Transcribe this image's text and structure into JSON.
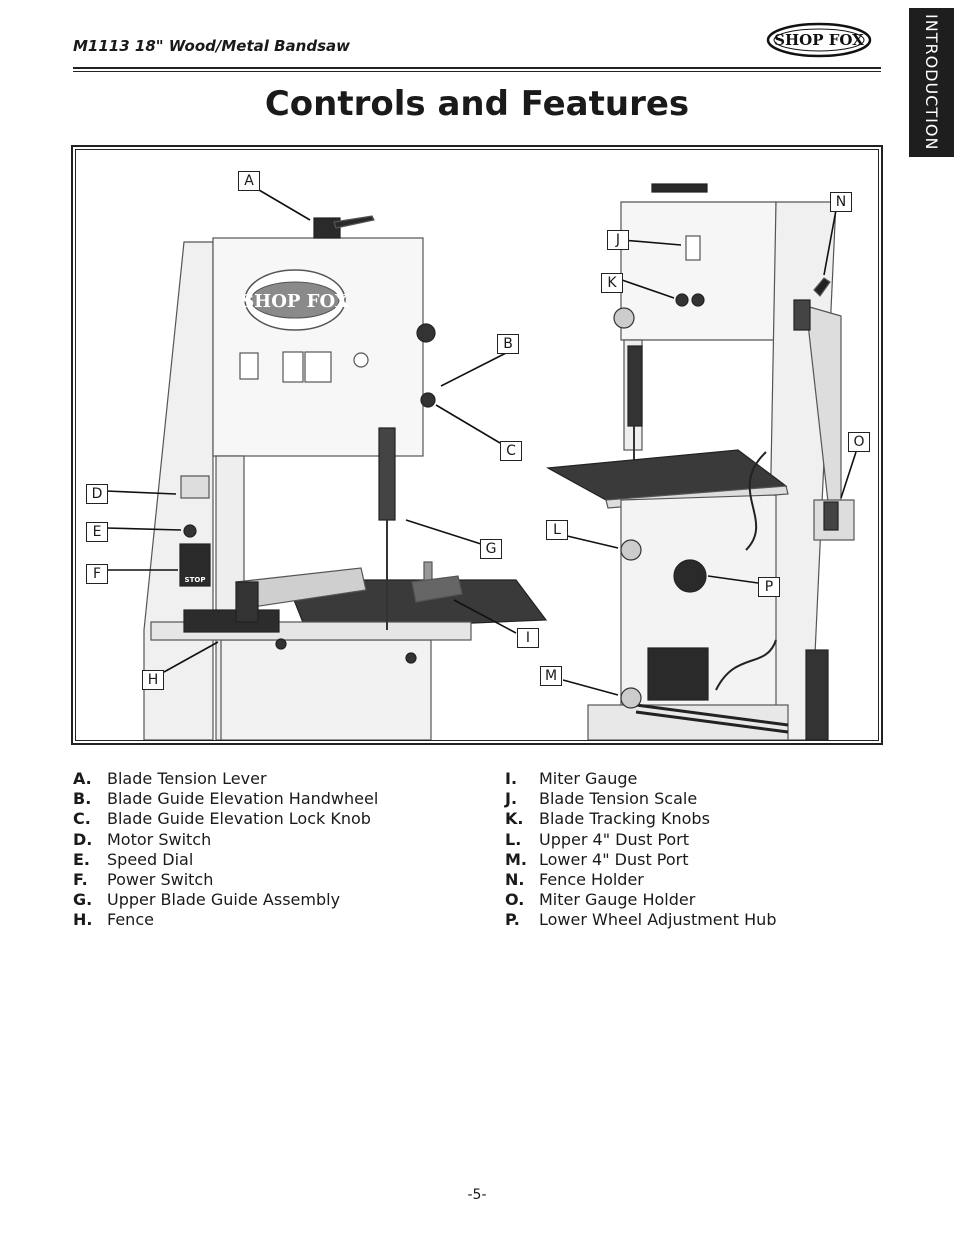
{
  "header": {
    "title": "M1113 18\" Wood/Metal Bandsaw",
    "logo_text": "SHOP FOX",
    "side_tab": "INTRODUCTION"
  },
  "heading": "Controls and Features",
  "figure": {
    "callouts": [
      "A",
      "B",
      "C",
      "D",
      "E",
      "F",
      "G",
      "H",
      "I",
      "J",
      "K",
      "L",
      "M",
      "N",
      "O",
      "P"
    ],
    "left_logo": "SHOP FOX",
    "stop_label": "STOP"
  },
  "legend_left": [
    {
      "letter": "A.",
      "label": "Blade Tension Lever"
    },
    {
      "letter": "B.",
      "label": "Blade Guide Elevation Handwheel"
    },
    {
      "letter": "C.",
      "label": "Blade Guide Elevation Lock Knob"
    },
    {
      "letter": "D.",
      "label": "Motor Switch"
    },
    {
      "letter": "E.",
      "label": "Speed Dial"
    },
    {
      "letter": "F.",
      "label": "Power Switch"
    },
    {
      "letter": "G.",
      "label": "Upper Blade Guide Assembly"
    },
    {
      "letter": "H.",
      "label": "Fence"
    }
  ],
  "legend_right": [
    {
      "letter": "I.",
      "label": "Miter Gauge"
    },
    {
      "letter": "J.",
      "label": "Blade Tension Scale"
    },
    {
      "letter": "K.",
      "label": "Blade Tracking Knobs"
    },
    {
      "letter": "L.",
      "label": "Upper 4\" Dust Port"
    },
    {
      "letter": "M.",
      "label": "Lower 4\" Dust Port"
    },
    {
      "letter": "N.",
      "label": "Fence Holder"
    },
    {
      "letter": "O.",
      "label": "Miter Gauge Holder"
    },
    {
      "letter": "P.",
      "label": "Lower Wheel Adjustment Hub"
    }
  ],
  "page_number": "-5-"
}
